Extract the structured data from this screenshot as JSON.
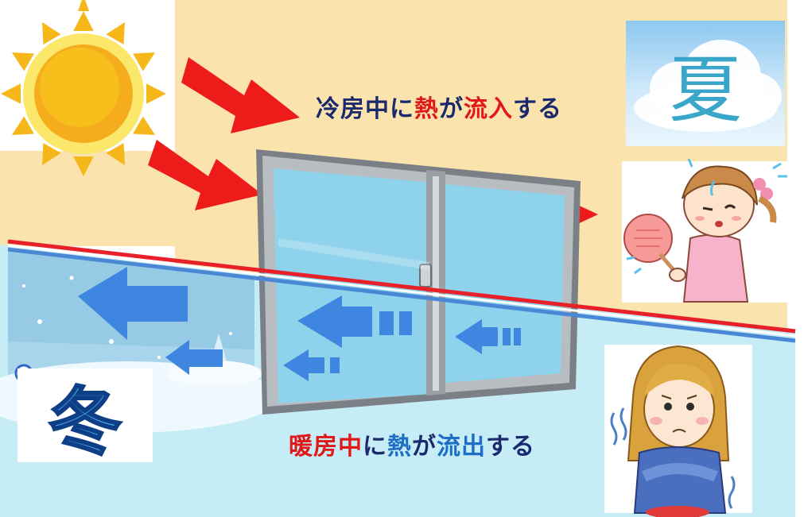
{
  "summer_caption": {
    "parts": [
      {
        "text": "冷房中に",
        "color": "navy"
      },
      {
        "text": "熱",
        "color": "red"
      },
      {
        "text": "が",
        "color": "navy"
      },
      {
        "text": "流入",
        "color": "red"
      },
      {
        "text": "する",
        "color": "navy"
      }
    ]
  },
  "winter_caption": {
    "parts": [
      {
        "text": "暖房中",
        "color": "red"
      },
      {
        "text": "に",
        "color": "navy"
      },
      {
        "text": "熱",
        "color": "blue"
      },
      {
        "text": "が",
        "color": "navy"
      },
      {
        "text": "流出",
        "color": "blue"
      },
      {
        "text": "する",
        "color": "navy"
      }
    ]
  },
  "summer_label": "夏",
  "winter_label": "冬",
  "colors": {
    "summer_background": "#fbe3ad",
    "winter_background": "#c6ecf6",
    "heat_in_arrow": "#ee1b1b",
    "heat_out_arrow": "#3f86e0",
    "divider_red": "#e8202a",
    "divider_blue": "#4a88d6"
  },
  "icons": [
    "sun-icon",
    "window-icon",
    "hot-girl-illustration",
    "cold-woman-illustration",
    "snowy-landscape-illustration"
  ]
}
